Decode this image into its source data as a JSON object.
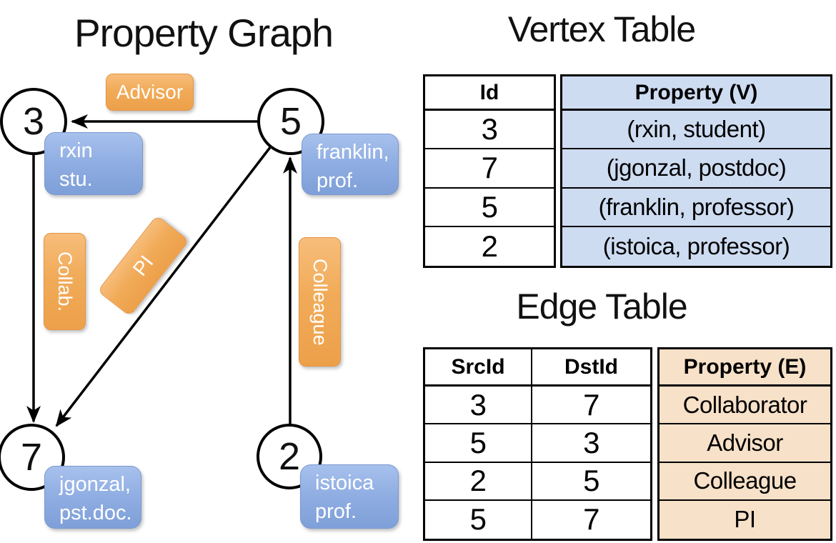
{
  "graph": {
    "title": "Property Graph",
    "nodes": [
      {
        "id": "3",
        "line1": "rxin",
        "line2": "stu."
      },
      {
        "id": "5",
        "line1": "franklin,",
        "line2": "prof."
      },
      {
        "id": "7",
        "line1": "jgonzal,",
        "line2": "pst.doc."
      },
      {
        "id": "2",
        "line1": "istoica",
        "line2": "prof."
      }
    ],
    "edge_labels": {
      "advisor": "Advisor",
      "collab": "Collab.",
      "pi": "PI",
      "colleague": "Colleague"
    }
  },
  "vertex_table": {
    "title": "Vertex Table",
    "col_id": "Id",
    "col_property": "Property (V)",
    "rows": [
      {
        "id": "3",
        "property": "(rxin, student)"
      },
      {
        "id": "7",
        "property": "(jgonzal, postdoc)"
      },
      {
        "id": "5",
        "property": "(franklin, professor)"
      },
      {
        "id": "2",
        "property": "(istoica, professor)"
      }
    ]
  },
  "edge_table": {
    "title": "Edge Table",
    "col_src": "SrcId",
    "col_dst": "DstId",
    "col_property": "Property (E)",
    "rows": [
      {
        "src": "3",
        "dst": "7",
        "property": "Collaborator"
      },
      {
        "src": "5",
        "dst": "3",
        "property": "Advisor"
      },
      {
        "src": "2",
        "dst": "5",
        "property": "Colleague"
      },
      {
        "src": "5",
        "dst": "7",
        "property": "PI"
      }
    ]
  },
  "colors": {
    "edge_label_orange": "#f1ab58",
    "vertex_box_blue": "#8fade2",
    "vertex_table_cell_blue": "#cedcf2",
    "edge_table_cell_tan": "#f7e1c8",
    "line_black": "#000000"
  }
}
